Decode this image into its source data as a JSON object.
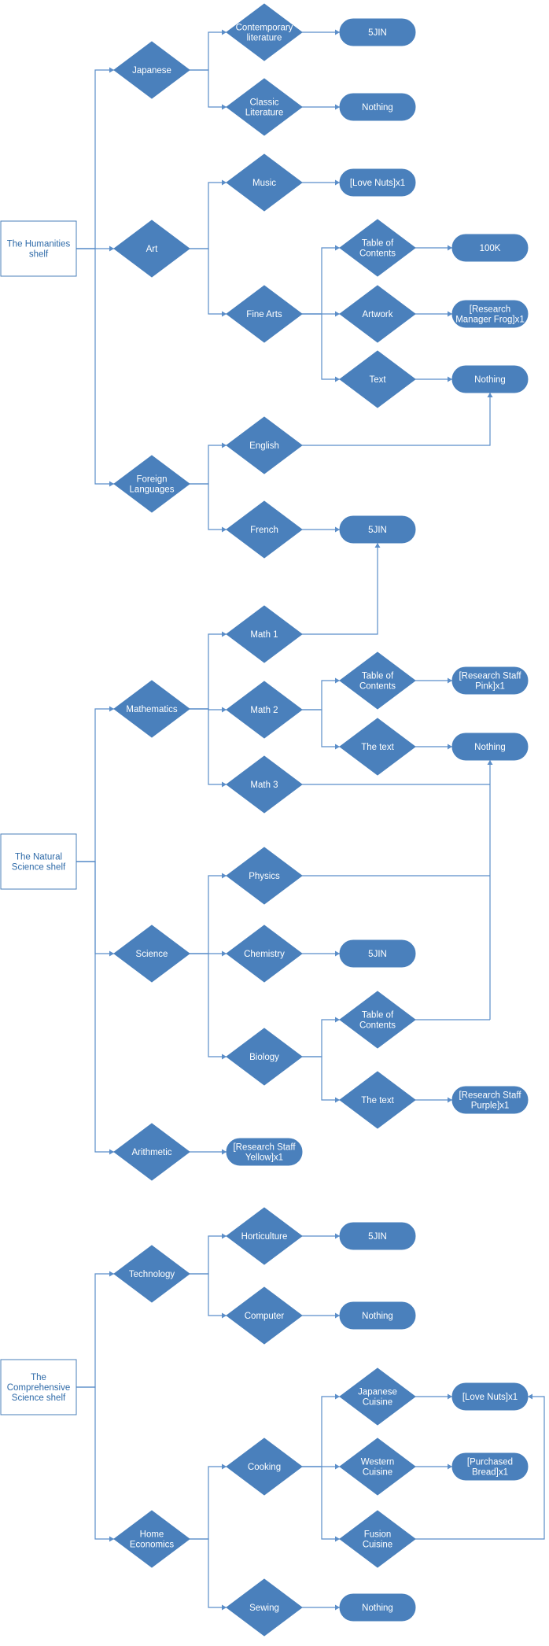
{
  "nodes": {
    "hum": "The Humanities shelf",
    "nat": "The Natural Science shelf",
    "comp": "The Comprehensive Science shelf",
    "jap": "Japanese",
    "art": "Art",
    "forlang": "Foreign Languages",
    "contemp": "Contemporary literature",
    "classic": "Classic Literature",
    "music": "Music",
    "finearts": "Fine Arts",
    "english": "English",
    "french": "French",
    "toc1": "Table of Contents",
    "artwork": "Artwork",
    "text1": "Text",
    "r_5jin1": "5JIN",
    "r_nothing1": "Nothing",
    "r_lovenuts1": "[Love Nuts]x1",
    "r_100k": "100K",
    "r_frog": "[Research Manager Frog]x1",
    "r_nothing2": "Nothing",
    "r_5jin2": "5JIN",
    "math": "Mathematics",
    "science": "Science",
    "arith": "Arithmetic",
    "math1": "Math 1",
    "math2": "Math 2",
    "math3": "Math 3",
    "toc2": "Table of Contents",
    "text2": "The text",
    "r_pink": "[Research Staff Pink]x1",
    "r_nothing3": "Nothing",
    "physics": "Physics",
    "chem": "Chemistry",
    "bio": "Biology",
    "r_5jin3": "5JIN",
    "toc3": "Table of Contents",
    "text3": "The text",
    "r_purple": "[Research Staff Purple]x1",
    "r_yellow": "[Research Staff Yellow]x1",
    "tech": "Technology",
    "home": "Home Economics",
    "hort": "Horticulture",
    "computer": "Computer",
    "r_5jin4": "5JIN",
    "r_nothing4": "Nothing",
    "cooking": "Cooking",
    "sewing": "Sewing",
    "japcuisine": "Japanese Cuisine",
    "westcuisine": "Western Cuisine",
    "fusion": "Fusion Cuisine",
    "r_lovenuts2": "[Love Nuts]x1",
    "r_bread": "[Purchased Bread]x1",
    "r_nothing5": "Nothing"
  },
  "colors": {
    "node_fill": "#4a80bc",
    "edge": "#5b8ec9",
    "root_border": "#4a7fb8",
    "root_text": "#2e6aa8"
  }
}
